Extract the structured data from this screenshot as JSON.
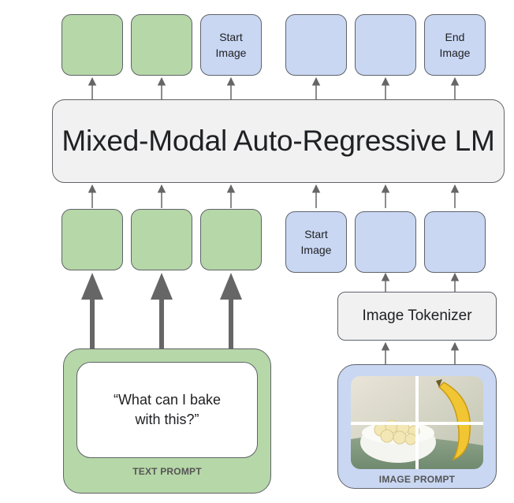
{
  "lm": {
    "title": "Mixed-Modal Auto-Regressive LM"
  },
  "output_tokens": [
    {
      "kind": "text",
      "label": ""
    },
    {
      "kind": "text",
      "label": ""
    },
    {
      "kind": "image-marker",
      "label": "Start\nImage"
    },
    {
      "kind": "image",
      "label": ""
    },
    {
      "kind": "image",
      "label": ""
    },
    {
      "kind": "image-marker",
      "label": "End\nImage"
    }
  ],
  "input_tokens": [
    {
      "kind": "text",
      "label": ""
    },
    {
      "kind": "text",
      "label": ""
    },
    {
      "kind": "text",
      "label": ""
    },
    {
      "kind": "image-marker",
      "label": "Start\nImage"
    },
    {
      "kind": "image",
      "label": ""
    },
    {
      "kind": "image",
      "label": ""
    }
  ],
  "tokenizer": {
    "label": "Image Tokenizer"
  },
  "text_prompt": {
    "text": "“What can I bake\nwith this?”",
    "label": "TEXT PROMPT"
  },
  "image_prompt": {
    "label": "IMAGE PROMPT",
    "image_icon": "bananas-in-bowl-photo"
  },
  "colors": {
    "text_token": "#b6d7a8",
    "image_token": "#c9d7f3",
    "neutral": "#f1f1f1",
    "stroke": "#5f6368",
    "arrow": "#666666"
  }
}
